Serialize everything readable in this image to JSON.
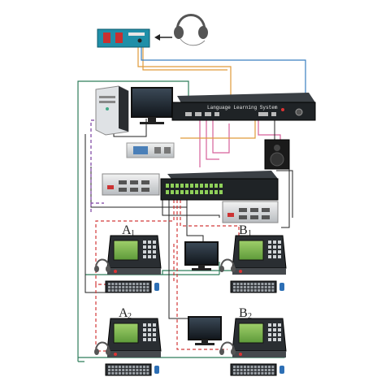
{
  "main_unit": {
    "label": "Language Learning System"
  },
  "stations": [
    {
      "letter": "A",
      "number": "1"
    },
    {
      "letter": "B",
      "number": "1"
    },
    {
      "letter": "A",
      "number": "2"
    },
    {
      "letter": "B",
      "number": "2"
    }
  ],
  "icons": [
    "headset-icon",
    "control-panel-icon",
    "pc-tower-icon",
    "monitor-icon",
    "main-console-icon",
    "speaker-icon",
    "wall-plate-icon",
    "video-distributor-icon",
    "network-switch-icon",
    "student-terminal-icon",
    "keyboard-icon",
    "mouse-icon"
  ],
  "colors": {
    "cable_green": "#2e7d5b",
    "cable_orange": "#e09a3a",
    "cable_blue": "#3a7fc0",
    "cable_pink": "#d6609a",
    "cable_red_dashed": "#d23a3a",
    "cable_purple_dashed": "#7a3fa0",
    "cable_black": "#222222",
    "device_dark": "#1f2326"
  }
}
